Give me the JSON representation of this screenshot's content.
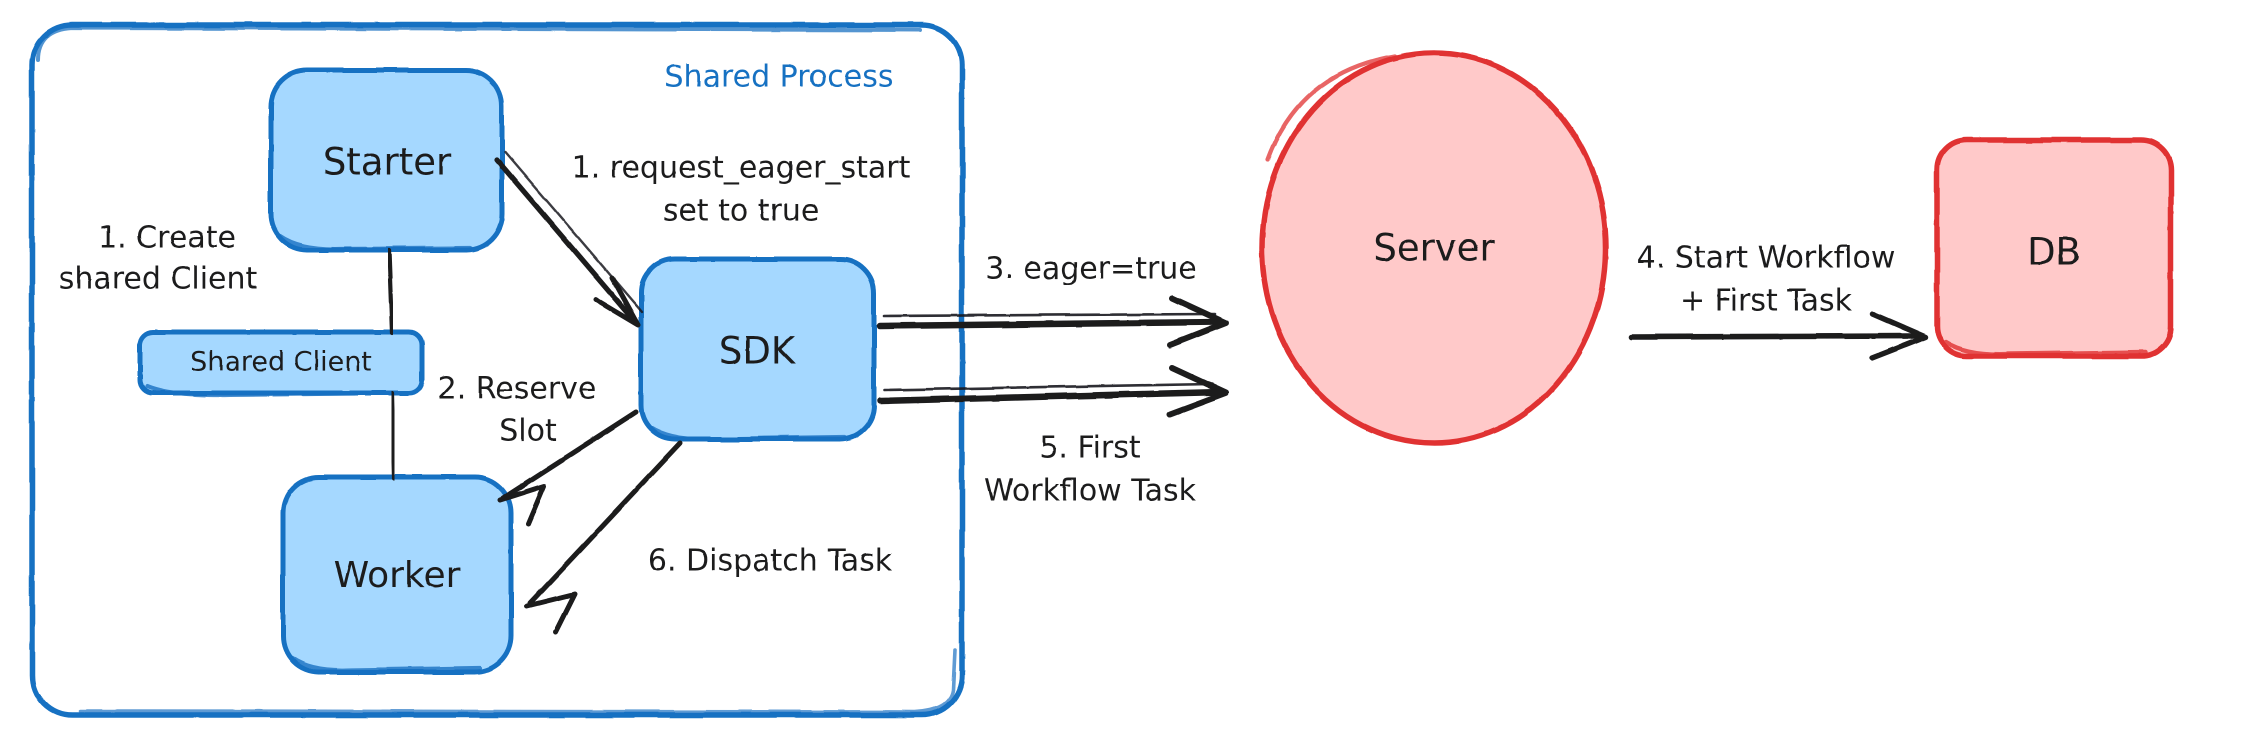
{
  "diagram": {
    "title_visible": false,
    "background": "#ffffff",
    "colors": {
      "blue_stroke": "#1971c2",
      "blue_fill": "#a5d8ff",
      "red_stroke": "#e03131",
      "red_fill": "#ffc9c9",
      "text": "#1b1b1f",
      "arrow": "#1b1b1f"
    },
    "group": {
      "label": "Shared Process",
      "stroke": "#1971c2"
    },
    "nodes": [
      {
        "id": "starter",
        "label": "Starter",
        "shape": "rounded-rect",
        "fill": "#a5d8ff",
        "stroke": "#1971c2"
      },
      {
        "id": "shared-client",
        "label": "Shared Client",
        "shape": "rounded-rect",
        "fill": "#a5d8ff",
        "stroke": "#1971c2"
      },
      {
        "id": "worker",
        "label": "Worker",
        "shape": "rounded-rect",
        "fill": "#a5d8ff",
        "stroke": "#1971c2"
      },
      {
        "id": "sdk",
        "label": "SDK",
        "shape": "rounded-rect",
        "fill": "#a5d8ff",
        "stroke": "#1971c2"
      },
      {
        "id": "server",
        "label": "Server",
        "shape": "ellipse",
        "fill": "#ffc9c9",
        "stroke": "#e03131"
      },
      {
        "id": "db",
        "label": "DB",
        "shape": "rounded-rect",
        "fill": "#ffc9c9",
        "stroke": "#e03131"
      }
    ],
    "edge_labels": [
      {
        "id": "label-1-create",
        "line1": "1. Create",
        "line2": "shared Client"
      },
      {
        "id": "label-1-eager",
        "line1": "1. request_eager_start",
        "line2": "set to true"
      },
      {
        "id": "label-2-reserve",
        "line1": "2. Reserve",
        "line2": "Slot"
      },
      {
        "id": "label-3-eager",
        "line1": "3. eager=true",
        "line2": ""
      },
      {
        "id": "label-4-start",
        "line1": "4. Start Workflow",
        "line2": "+ First Task"
      },
      {
        "id": "label-5-first",
        "line1": "5. First",
        "line2": "Workflow Task"
      },
      {
        "id": "label-6-dispatch",
        "line1": "6. Dispatch Task",
        "line2": ""
      }
    ]
  }
}
